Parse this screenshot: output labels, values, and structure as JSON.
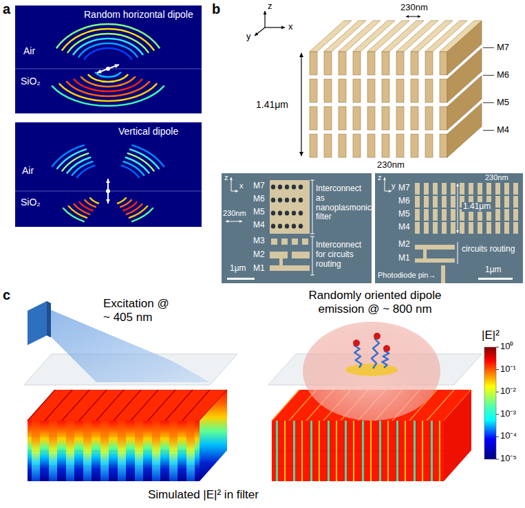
{
  "diagram": {
    "nodes": [
      {
        "text": [
          "Random horizontal dipole",
          "Air",
          "SiO₂"
        ]
      },
      {
        "text": [
          "Vertical dipole",
          "Air",
          "SiO₂"
        ]
      },
      {
        "text": [
          "z",
          "x",
          "M7",
          "M6",
          "M5",
          "M4",
          "Interconnect as nanoplasmonic filter",
          "230nm",
          "M3",
          "M2",
          "M1",
          "Interconnect for circuits routing",
          "1μm"
        ]
      },
      {
        "text": [
          "z",
          "y",
          "M7",
          "M6",
          "M5",
          "M4",
          "230nm",
          "1.41μm",
          "M2",
          "M1",
          "circuits routing",
          "Photodiode pin→",
          "1μm"
        ]
      }
    ],
    "labels": [
      "a",
      "b",
      "z",
      "x",
      "y",
      "230nm",
      "1.41μm",
      "230nm",
      "M7",
      "M6",
      "M5",
      "M4",
      "c",
      "Excitation @ ~ 405 nm",
      "Randomly oriented dipole emission @ ~ 800 nm",
      "|E|²",
      "10⁰",
      "10⁻¹",
      "10⁻²",
      "10⁻³",
      "10⁻⁴",
      "10⁻⁵",
      "Simulated |E|² in filter"
    ]
  }
}
